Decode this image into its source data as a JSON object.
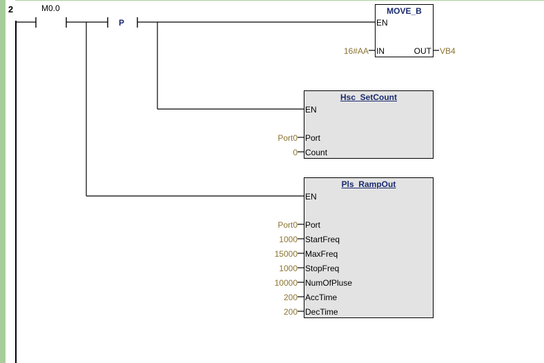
{
  "rung": {
    "number": "2"
  },
  "contacts": {
    "m00": {
      "label": "M0.0"
    },
    "p": {
      "label": "P"
    }
  },
  "move_b": {
    "title": "MOVE_B",
    "pins": {
      "en": "EN",
      "in": "IN",
      "out": "OUT"
    },
    "operands": {
      "in": "16#AA",
      "out": "VB4"
    }
  },
  "hsc": {
    "title": "Hsc_SetCount",
    "pins": {
      "en": "EN",
      "port": "Port",
      "count": "Count"
    },
    "operands": {
      "port": "Port0",
      "count": "0"
    }
  },
  "pls": {
    "title": "Pls_RampOut",
    "pins": {
      "en": "EN",
      "port": "Port",
      "startfreq": "StartFreq",
      "maxfreq": "MaxFreq",
      "stopfreq": "StopFreq",
      "numofpluse": "NumOfPluse",
      "acctime": "AccTime",
      "dectime": "DecTime"
    },
    "operands": {
      "port": "Port0",
      "startfreq": "1000",
      "maxfreq": "15000",
      "stopfreq": "1000",
      "numofpluse": "10000",
      "acctime": "200",
      "dectime": "200"
    }
  },
  "colors": {
    "gutter": "#a9cc9b",
    "operand": "#8b7331",
    "title": "#1a2a6e",
    "box_fill": "#e3e3e3"
  }
}
